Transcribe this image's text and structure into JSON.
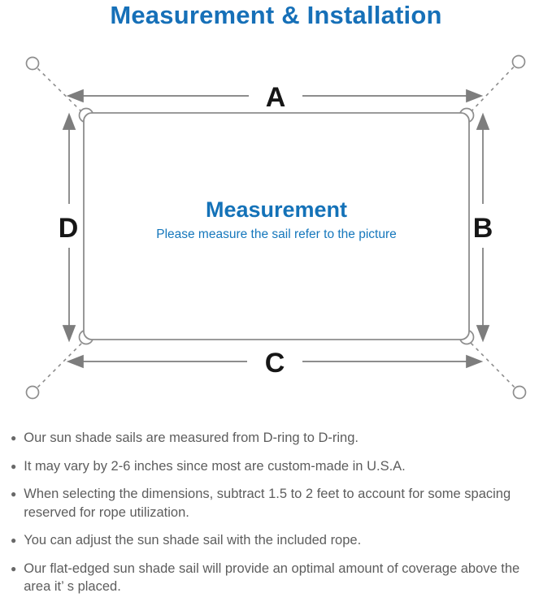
{
  "title": "Measurement & Installation",
  "diagram": {
    "labels": {
      "top": "A",
      "right": "B",
      "bottom": "C",
      "left": "D"
    },
    "center_title": "Measurement",
    "center_subtitle": "Please measure the sail refer to the picture"
  },
  "notes": [
    "Our sun shade sails are measured from D-ring to D-ring.",
    "It may vary by 2-6 inches since most are custom-made in U.S.A.",
    "When selecting the dimensions, subtract 1.5 to 2 feet to account for some spacing reserved for rope utilization.",
    "You can adjust the sun shade sail with the included rope.",
    "Our flat-edged sun shade sail will provide an optimal amount of coverage above the area it’ s placed."
  ],
  "colors": {
    "accent_blue": "#1670b8",
    "line_gray": "#8d8d8d",
    "arrow_gray": "#7d7d7d",
    "text_gray": "#5d5d5d"
  },
  "bullet_glyph": "●"
}
